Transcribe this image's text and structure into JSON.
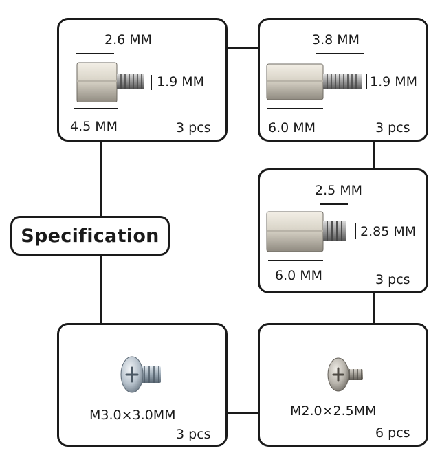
{
  "title": "Specification",
  "items": [
    {
      "top_dim": "2.6 MM",
      "side_dim": "1.9 MM",
      "bottom_dim": "4.5 MM",
      "qty": "3 pcs"
    },
    {
      "top_dim": "3.8 MM",
      "side_dim": "1.9 MM",
      "bottom_dim": "6.0 MM",
      "qty": "3 pcs"
    },
    {
      "top_dim": "2.5 MM",
      "side_dim": "2.85 MM",
      "bottom_dim": "6.0 MM",
      "qty": "3 pcs"
    },
    {
      "name": "M3.0×3.0MM",
      "qty": "3 pcs"
    },
    {
      "name": "M2.0×2.5MM",
      "qty": "6 pcs"
    }
  ],
  "icons": [
    "hex-standoff-icon",
    "hex-standoff-icon",
    "hex-standoff-icon",
    "phillips-screw-icon",
    "phillips-screw-icon"
  ]
}
